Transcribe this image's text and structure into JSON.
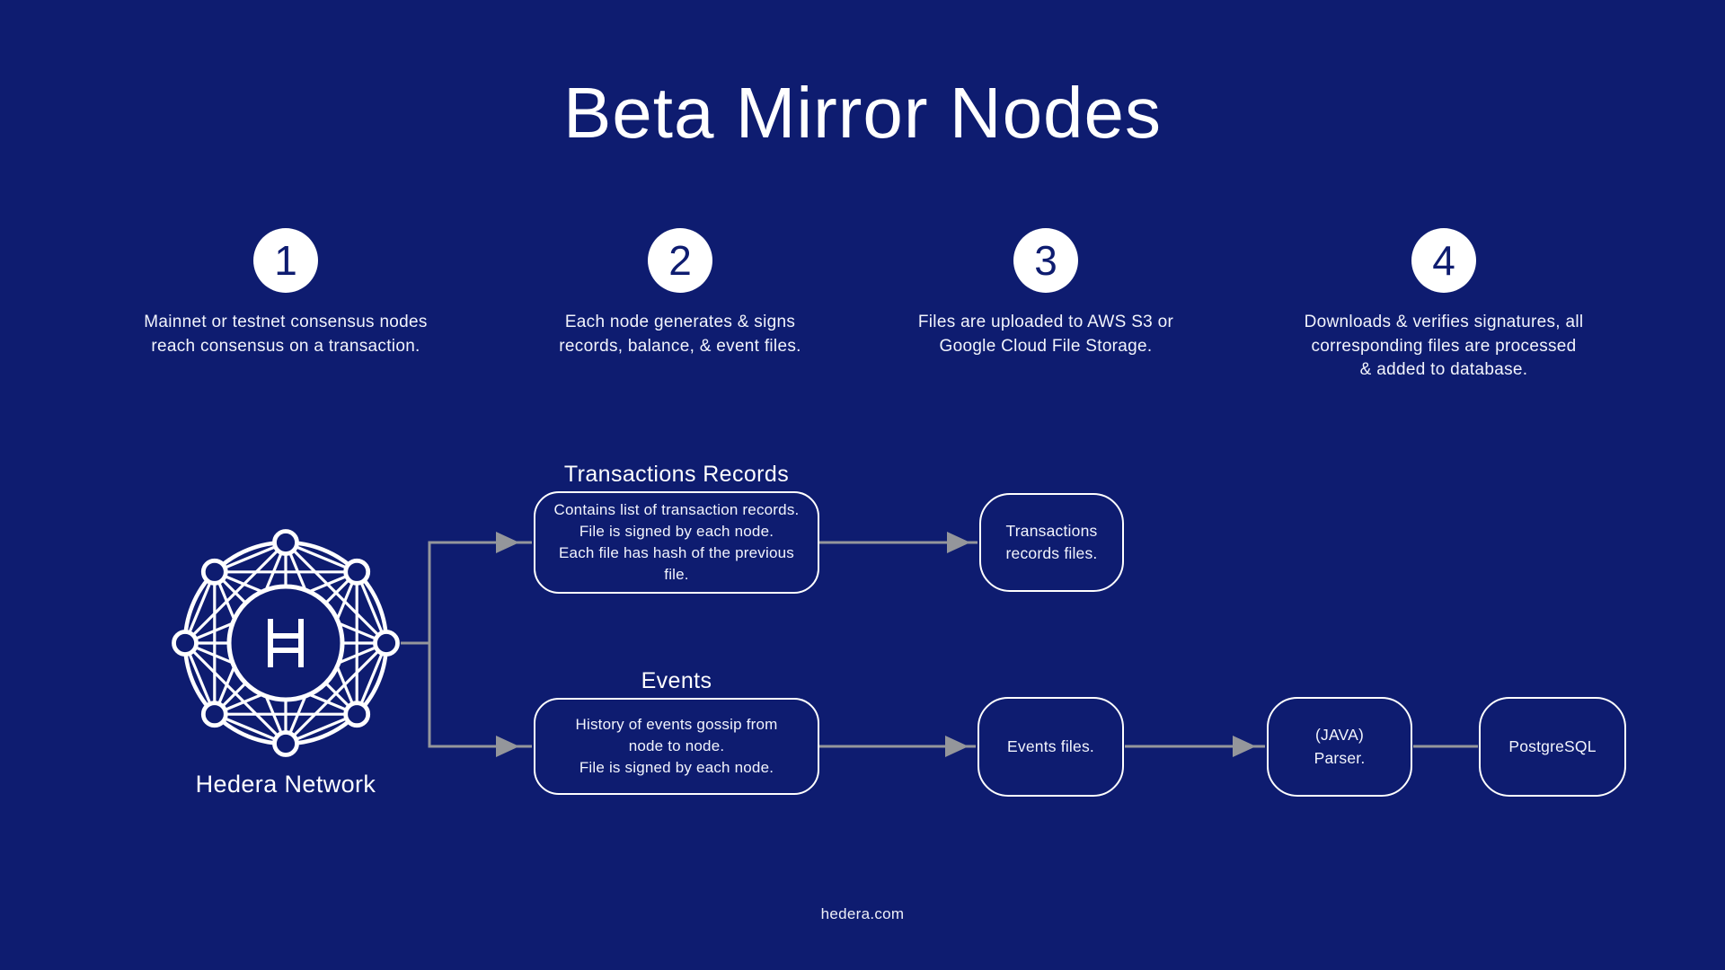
{
  "header": {
    "title": "Beta Mirror Nodes"
  },
  "steps": [
    {
      "number": "1",
      "text": "Mainnet or testnet consensus nodes\nreach consensus on a transaction."
    },
    {
      "number": "2",
      "text": "Each node generates & signs\nrecords, balance, & event files."
    },
    {
      "number": "3",
      "text": "Files are uploaded to AWS S3 or\nGoogle Cloud File Storage."
    },
    {
      "number": "4",
      "text": "Downloads & verifies signatures, all\ncorresponding files are processed\n& added to database."
    }
  ],
  "diagram": {
    "network_label": "Hedera Network",
    "branches": [
      {
        "heading": "Transactions Records",
        "description": "Contains list of transaction records.\nFile is signed by each node.\nEach file has hash of the previous file.",
        "output_label": "Transactions\nrecords files."
      },
      {
        "heading": "Events",
        "description": "History of events gossip from\nnode to node.\nFile is signed by each node.",
        "output_label": "Events files."
      }
    ],
    "parser_label": "(JAVA)\nParser.",
    "database_label": "PostgreSQL"
  },
  "footer": {
    "site": "hedera.com"
  },
  "colors": {
    "background": "#0E1C70",
    "box_stroke": "#FFFFFF",
    "connector_gray": "#94969B",
    "text": "#FFFFFF",
    "step_number": "#0E1C70"
  }
}
